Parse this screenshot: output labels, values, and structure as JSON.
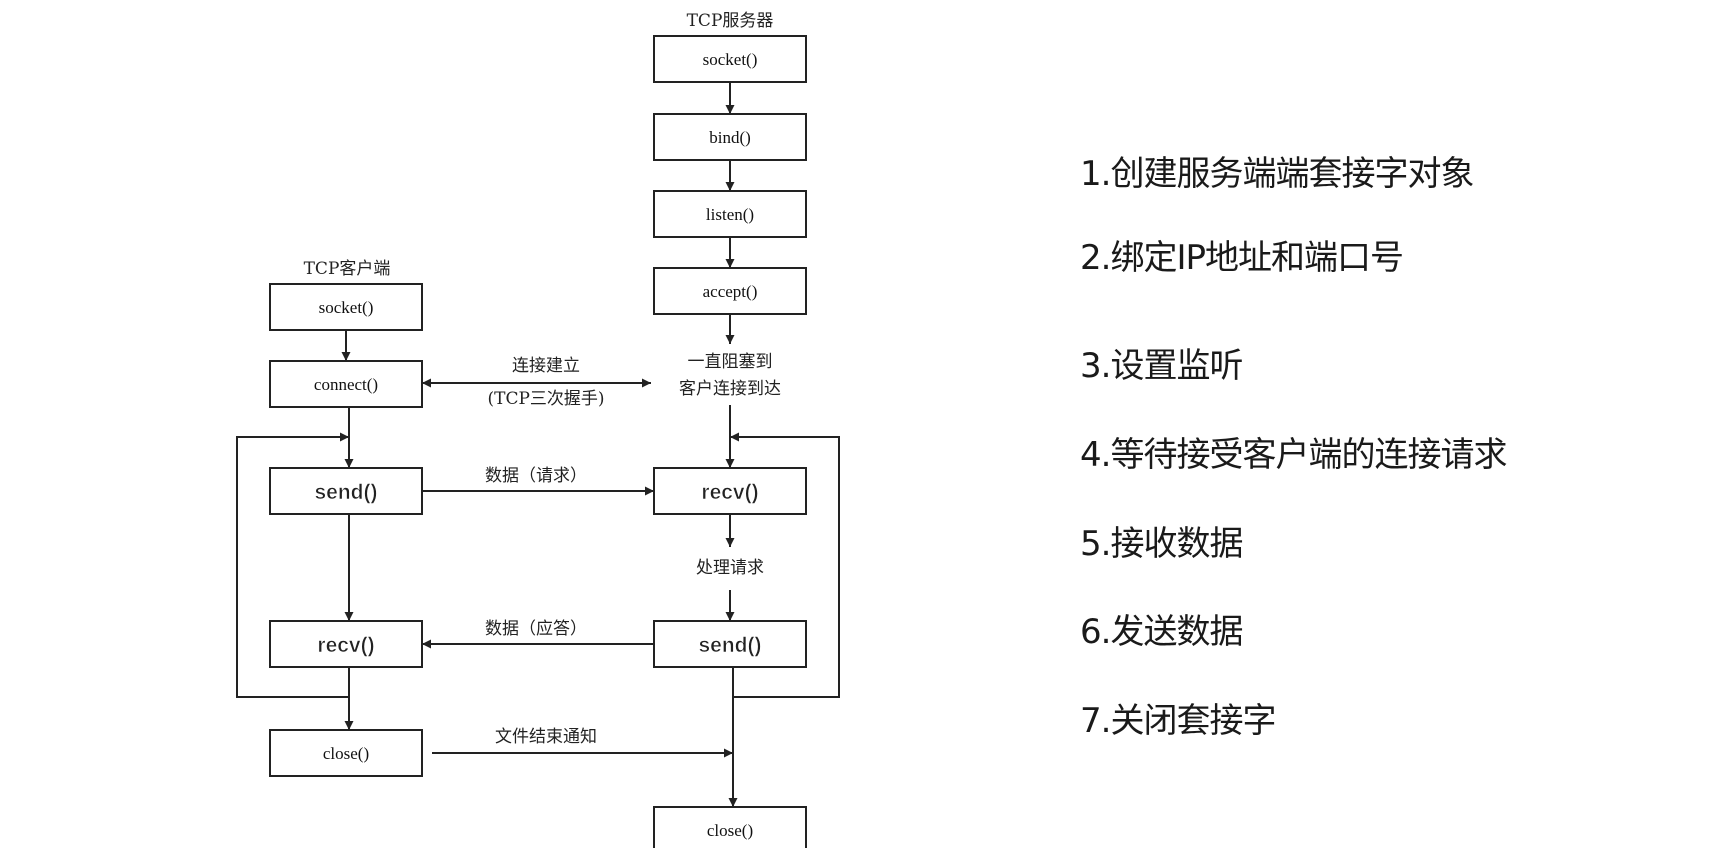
{
  "server": {
    "title": "TCP服务器",
    "socket": "socket()",
    "bind": "bind()",
    "listen": "listen()",
    "accept": "accept()",
    "block_line1": "一直阻塞到",
    "block_line2": "客户连接到达",
    "recv": "recv()",
    "process": "处理请求",
    "send": "send()",
    "close": "close()"
  },
  "client": {
    "title": "TCP客户端",
    "socket": "socket()",
    "connect": "connect()",
    "send": "send()",
    "recv": "recv()",
    "close": "close()"
  },
  "edges": {
    "handshake_line1": "连接建立",
    "handshake_line2": "(TCP三次握手)",
    "request": "数据（请求）",
    "response": "数据（应答）",
    "eof": "文件结束通知"
  },
  "steps": [
    "1.创建服务端端套接字对象",
    "2.绑定IP地址和端口号",
    "3.设置监听",
    "4.等待接受客户端的连接请求",
    "5.接收数据",
    "6.发送数据",
    "7.关闭套接字"
  ]
}
